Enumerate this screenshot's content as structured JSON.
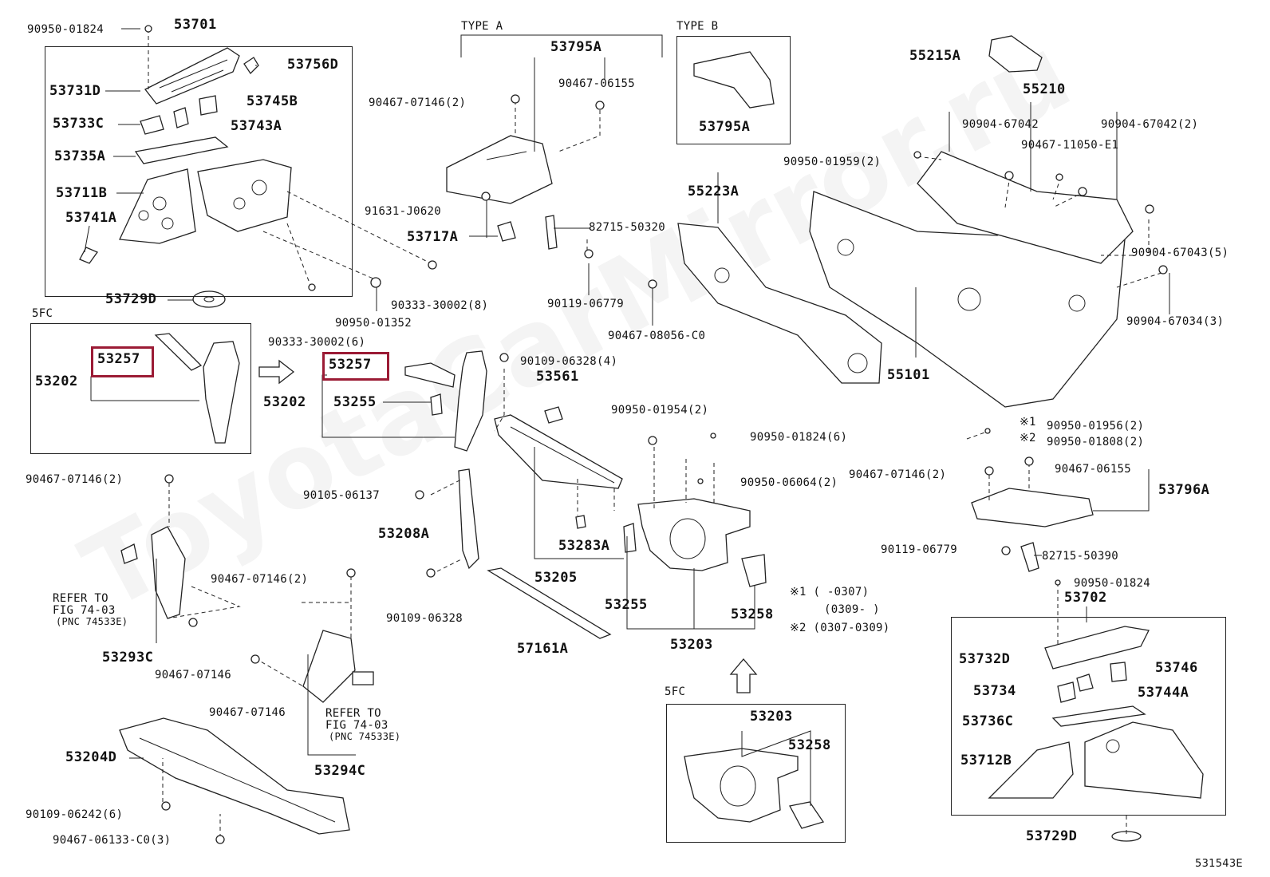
{
  "diagram": {
    "watermark": "ToyotaCarMirror.ru",
    "figure_code": "531543E",
    "headers": {
      "type_a": "TYPE A",
      "type_b": "TYPE B",
      "fc_left": "5FC",
      "fc_bottom": "5FC"
    },
    "refer": {
      "left": [
        "REFER TO",
        "FIG 74-03",
        "(PNC 74533E)"
      ],
      "mid": [
        "REFER TO",
        "FIG 74-03",
        "(PNC 74533E)"
      ]
    },
    "notes": {
      "n1": "※1 (    -0307)",
      "n1b": "(0309-    )",
      "n2": "※2 (0307-0309)",
      "m1": "※1",
      "m2": "※2"
    },
    "highlight_color": "#9b1b35",
    "labels": [
      "90950-01824",
      "53701",
      "53756D",
      "53731D",
      "53745B",
      "53733C",
      "53743A",
      "53735A",
      "53711B",
      "53741A",
      "53729D",
      "53257",
      "53202",
      "53257",
      "53202",
      "53255",
      "53795A",
      "90467-07146(2)",
      "90467-06155",
      "53795A",
      "91631-J0620",
      "53717A",
      "82715-50320",
      "90333-30002(8)",
      "90119-06779",
      "90950-01352",
      "90333-30002(6)",
      "55223A",
      "90467-08056-C0",
      "55215A",
      "55210",
      "90904-67042",
      "90904-67042(2)",
      "90467-11050-E1",
      "90950-01959(2)",
      "90904-67043(5)",
      "90904-67034(3)",
      "55101",
      "90109-06328(4)",
      "53561",
      "90950-01954(2)",
      "90950-01824(6)",
      "90950-06064(2)",
      "90950-01956(2)",
      "90950-01808(2)",
      "90467-07146(2)",
      "90467-06155",
      "53796A",
      "90105-06137",
      "53208A",
      "53283A",
      "53205",
      "90109-06328",
      "57161A",
      "90119-06779",
      "82715-50390",
      "90950-01824",
      "53702",
      "53732D",
      "53746",
      "53734",
      "53744A",
      "53736C",
      "53712B",
      "53729D",
      "90467-07146(2)",
      "53293C",
      "90467-07146(2)",
      "90467-07146",
      "90467-07146",
      "53294C",
      "53204D",
      "90109-06242(6)",
      "90467-06133-C0(3)",
      "53255",
      "53258",
      "53203",
      "53203",
      "53258"
    ]
  }
}
